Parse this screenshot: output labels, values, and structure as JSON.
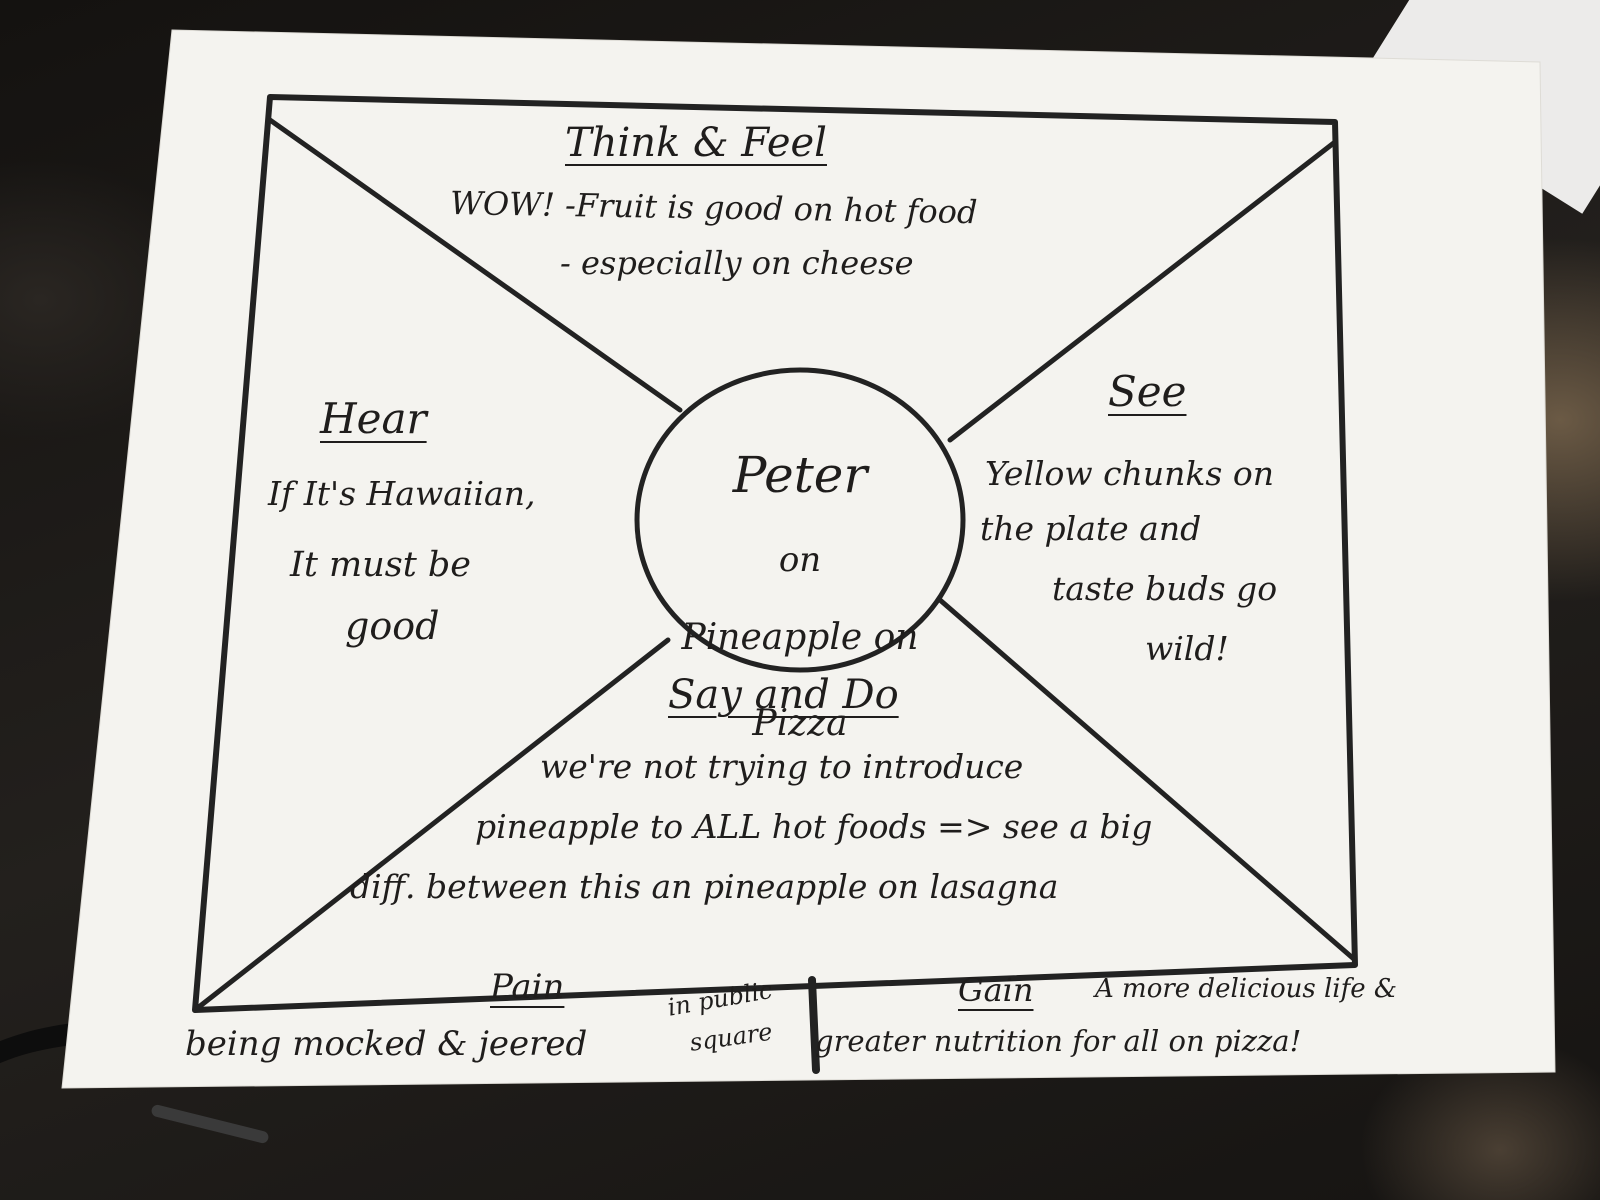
{
  "center": {
    "line1": "Peter",
    "line2": "on",
    "line3": "Pineapple on",
    "line4": "Pizza"
  },
  "think_feel": {
    "heading": "Think & Feel",
    "line1": "WOW! -Fruit is good on hot food",
    "line2": "- especially on cheese"
  },
  "hear": {
    "heading": "Hear",
    "line1": "If It's Hawaiian,",
    "line2": "It must be",
    "line3": "good"
  },
  "see": {
    "heading": "See",
    "line1": "Yellow chunks on",
    "line2": "the plate and",
    "line3": "taste buds go",
    "line4": "wild!"
  },
  "say_do": {
    "heading": "Say and Do",
    "line1": "we're not trying to introduce",
    "line2": "pineapple to ALL hot foods => see a big",
    "line3": "diff. between this an pineapple on lasagna"
  },
  "pain": {
    "heading": "Pain",
    "text_a": "being mocked & jeered",
    "text_b": "in public",
    "text_c": "square"
  },
  "gain": {
    "heading": "Gain",
    "line1": "A more delicious life &",
    "line2": "greater nutrition for all on pizza!"
  }
}
